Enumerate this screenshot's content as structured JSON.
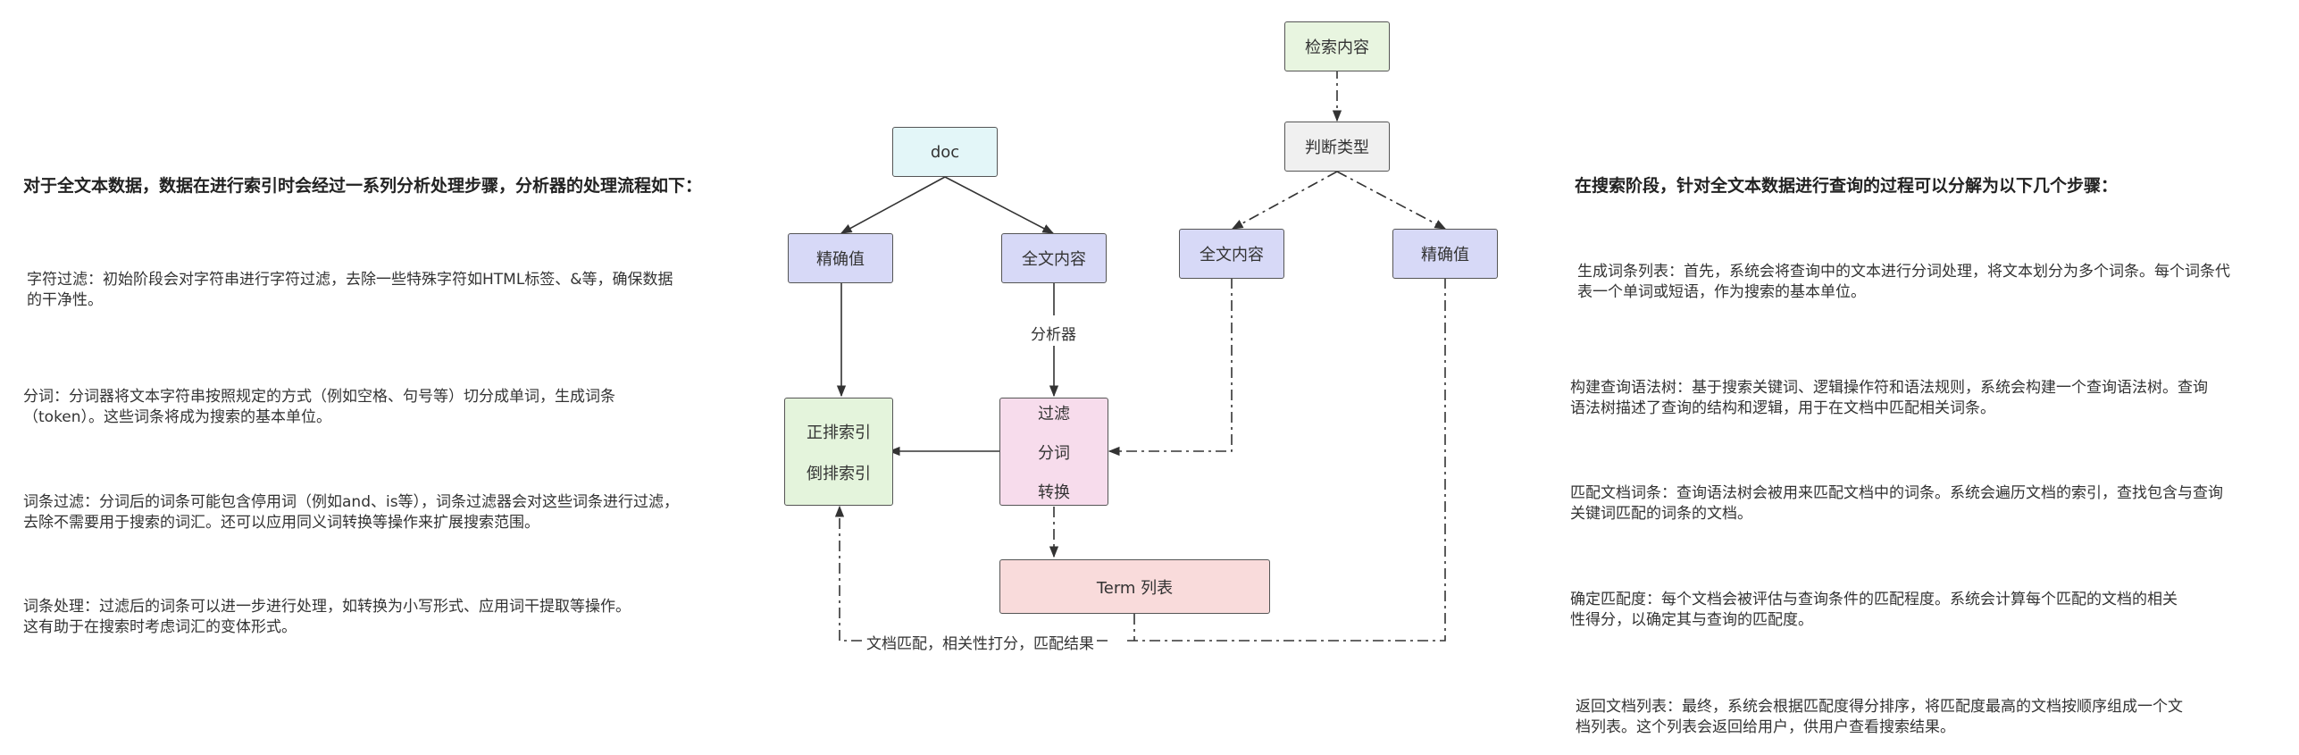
{
  "left": {
    "heading": "对于全文本数据，数据在进行索引时会经过一系列分析处理步骤，分析器的处理流程如下：",
    "steps": [
      {
        "l1": "字符过滤：初始阶段会对字符串进行字符过滤，去除一些特殊字符如HTML标签、&等，确保数据",
        "l2": "的干净性。"
      },
      {
        "l1": "分词：分词器将文本字符串按照规定的方式（例如空格、句号等）切分成单词，生成词条",
        "l2": "（token）。这些词条将成为搜索的基本单位。"
      },
      {
        "l1": "词条过滤：分词后的词条可能包含停用词（例如and、is等），词条过滤器会对这些词条进行过滤，",
        "l2": "去除不需要用于搜索的词汇。还可以应用同义词转换等操作来扩展搜索范围。"
      },
      {
        "l1": "词条处理：过滤后的词条可以进一步进行处理，如转换为小写形式、应用词干提取等操作。",
        "l2": "这有助于在搜索时考虑词汇的变体形式。"
      }
    ]
  },
  "right": {
    "heading": "在搜索阶段，针对全文本数据进行查询的过程可以分解为以下几个步骤：",
    "steps": [
      {
        "l1": "生成词条列表：首先，系统会将查询中的文本进行分词处理，将文本划分为多个词条。每个词条代",
        "l2": "表一个单词或短语，作为搜索的基本单位。"
      },
      {
        "l1": "构建查询语法树：基于搜索关键词、逻辑操作符和语法规则，系统会构建一个查询语法树。查询",
        "l2": "语法树描述了查询的结构和逻辑，用于在文档中匹配相关词条。"
      },
      {
        "l1": "匹配文档词条：查询语法树会被用来匹配文档中的词条。系统会遍历文档的索引，查找包含与查询",
        "l2": "关键词匹配的词条的文档。"
      },
      {
        "l1": "确定匹配度：每个文档会被评估与查询条件的匹配程度。系统会计算每个匹配的文档的相关",
        "l2": "性得分，以确定其与查询的匹配度。"
      },
      {
        "l1": "返回文档列表：最终，系统会根据匹配度得分排序，将匹配度最高的文档按顺序组成一个文",
        "l2": "档列表。这个列表会返回给用户，供用户查看搜索结果。"
      }
    ]
  },
  "diagram": {
    "doc": "doc",
    "exact_left": "精确值",
    "fulltext_left": "全文内容",
    "analyzer_label": "分析器",
    "index_line1": "正排索引",
    "index_line2": "倒排索引",
    "process_line1": "过滤",
    "process_line2": "分词",
    "process_line3": "转换",
    "term_list": "Term 列表",
    "query_content": "检索内容",
    "judge_type": "判断类型",
    "fulltext_right": "全文内容",
    "exact_right": "精确值",
    "match_label": "文档匹配，相关性打分，匹配结果"
  },
  "colors": {
    "doc_fill": "#e3f6f8",
    "blue_fill": "#d7d9f7",
    "green_fill": "#e4f4dc",
    "pink_fill": "#f7dcec",
    "red_fill": "#f9dbdb",
    "gray_fill": "#f0f0f0",
    "light_green_fill": "#e8f5e0"
  }
}
